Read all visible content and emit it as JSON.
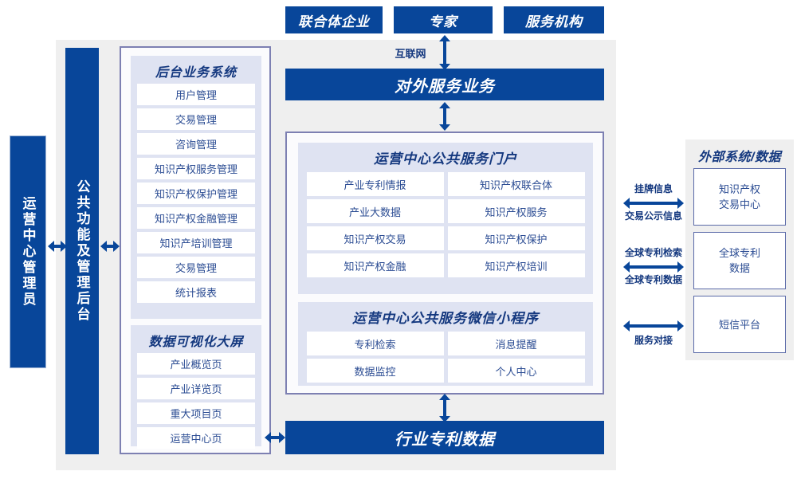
{
  "top_roles": [
    {
      "label": "联合体企业"
    },
    {
      "label": "专家"
    },
    {
      "label": "服务机构"
    }
  ],
  "connectors": {
    "internet": "互联网",
    "ext_0_top": "挂牌信息",
    "ext_0_bottom": "交易公示信息",
    "ext_1_top": "全球专利检索",
    "ext_1_bottom": "全球专利数据",
    "ext_2_bottom": "服务对接"
  },
  "left": {
    "admin_column": "运营中心管理员",
    "platform_column": "公共功能及管理后台",
    "backoffice": {
      "title": "后台业务系统",
      "items": [
        "用户管理",
        "交易管理",
        "咨询管理",
        "知识产权服务管理",
        "知识产权保护管理",
        "知识产权金融管理",
        "知识产培训管理",
        "交易管理",
        "统计报表"
      ]
    },
    "bigscreen": {
      "title": "数据可视化大屏",
      "items": [
        "产业概览页",
        "产业详览页",
        "重大项目页",
        "运营中心页"
      ]
    }
  },
  "center": {
    "external_service_bar": "对外服务业务",
    "portal": {
      "title": "运营中心公共服务门户",
      "items": [
        "产业专利情报",
        "知识产权联合体",
        "产业大数据",
        "知识产权服务",
        "知识产权交易",
        "知识产权保护",
        "知识产权金融",
        "知识产权培训"
      ]
    },
    "miniapp": {
      "title": "运营中心公共服务微信小程序",
      "items": [
        "专利检索",
        "消息提醒",
        "数据监控",
        "个人中心"
      ]
    },
    "industry_data_bar": "行业专利数据"
  },
  "right": {
    "title": "外部系统/数据",
    "items": [
      "知识产权\n交易中心",
      "全球专利\n数据",
      "短信平台"
    ]
  },
  "colors": {
    "primary_blue": "#08469a",
    "panel_border": "#7d80b2",
    "group_bg": "#dfe3f2",
    "container_bg": "#efefef",
    "text_blue": "#2b4c93",
    "title_blue": "#14387f"
  }
}
